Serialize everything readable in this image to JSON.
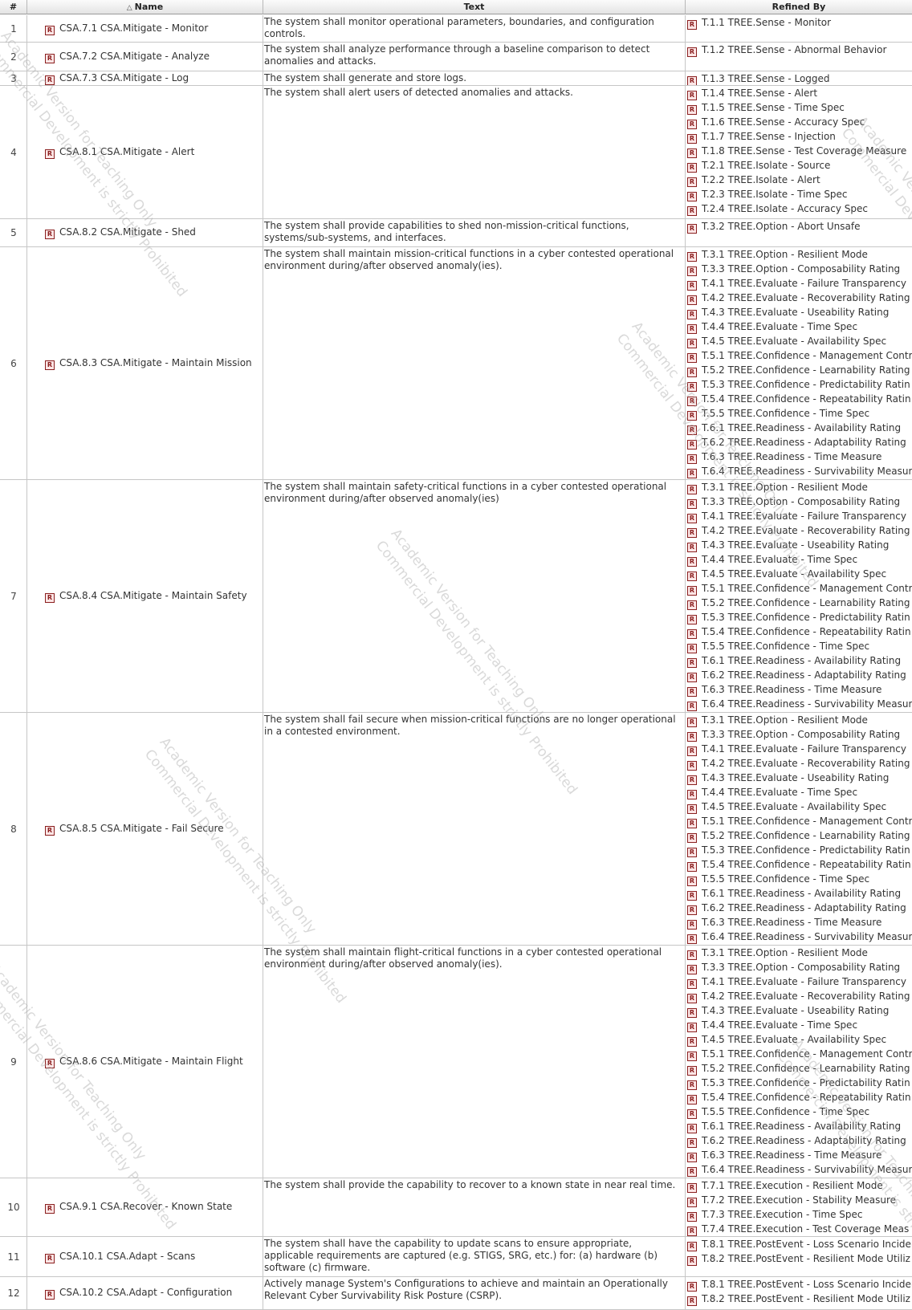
{
  "columns": {
    "num": "#",
    "name": "Name",
    "text": "Text",
    "refined": "Refined By"
  },
  "icon": "requirement-icon",
  "watermark": {
    "line1": "Academic Version for Teaching Only",
    "line2": "Commercial Development is strictly Prohibited"
  },
  "rows": [
    {
      "num": "1",
      "name": "CSA.7.1 CSA.Mitigate - Monitor",
      "text": "The system shall monitor operational parameters, boundaries, and configuration controls.",
      "refs": [
        "T.1.1 TREE.Sense - Monitor"
      ]
    },
    {
      "num": "2",
      "name": "CSA.7.2 CSA.Mitigate - Analyze",
      "text": "The system shall analyze performance through a baseline comparison to detect anomalies and attacks.",
      "refs": [
        "T.1.2 TREE.Sense - Abnormal Behavior"
      ]
    },
    {
      "num": "3",
      "name": "CSA.7.3 CSA.Mitigate - Log",
      "text": "The system shall generate and store logs.",
      "refs": [
        "T.1.3 TREE.Sense - Logged"
      ]
    },
    {
      "num": "4",
      "name": "CSA.8.1 CSA.Mitigate - Alert",
      "text": "The system shall alert users of detected anomalies and attacks.",
      "refs": [
        "T.1.4 TREE.Sense - Alert",
        "T.1.5 TREE.Sense - Time Spec",
        "T.1.6 TREE.Sense - Accuracy Spec",
        "T.1.7 TREE.Sense - Injection",
        "T.1.8 TREE.Sense - Test Coverage Measure",
        "T.2.1 TREE.Isolate - Source",
        "T.2.2 TREE.Isolate - Alert",
        "T.2.3 TREE.Isolate - Time Spec",
        "T.2.4 TREE.Isolate - Accuracy Spec"
      ]
    },
    {
      "num": "5",
      "name": "CSA.8.2 CSA.Mitigate - Shed",
      "text": "The system shall provide capabilities to shed non-mission-critical functions, systems/sub-systems, and interfaces.",
      "refs": [
        "T.3.2 TREE.Option - Abort Unsafe"
      ]
    },
    {
      "num": "6",
      "name": "CSA.8.3 CSA.Mitigate - Maintain Mission",
      "text": "The system shall maintain mission-critical functions in a cyber contested operational environment during/after observed anomaly(ies).",
      "refs": [
        "T.3.1 TREE.Option - Resilient Mode",
        "T.3.3 TREE.Option - Composability Rating",
        "T.4.1 TREE.Evaluate - Failure Transparency",
        "T.4.2 TREE.Evaluate - Recoverability Rating",
        "T.4.3 TREE.Evaluate - Useability Rating",
        "T.4.4 TREE.Evaluate - Time Spec",
        "T.4.5 TREE.Evaluate - Availability Spec",
        "T.5.1 TREE.Confidence - Management Contr",
        "T.5.2 TREE.Confidence - Learnability Rating",
        "T.5.3 TREE.Confidence - Predictability Ratin",
        "T.5.4 TREE.Confidence - Repeatability Ratin",
        "T.5.5 TREE.Confidence - Time Spec",
        "T.6.1 TREE.Readiness - Availability Rating",
        "T.6.2 TREE.Readiness - Adaptability Rating",
        "T.6.3 TREE.Readiness - Time Measure",
        "T.6.4 TREE.Readiness - Survivability Measur"
      ]
    },
    {
      "num": "7",
      "name": "CSA.8.4 CSA.Mitigate - Maintain Safety",
      "text": "The system shall maintain safety-critical functions in a cyber contested operational environment during/after observed anomaly(ies)",
      "refs": [
        "T.3.1 TREE.Option - Resilient Mode",
        "T.3.3 TREE.Option - Composability Rating",
        "T.4.1 TREE.Evaluate - Failure Transparency",
        "T.4.2 TREE.Evaluate - Recoverability Rating",
        "T.4.3 TREE.Evaluate - Useability Rating",
        "T.4.4 TREE.Evaluate - Time Spec",
        "T.4.5 TREE.Evaluate - Availability Spec",
        "T.5.1 TREE.Confidence - Management Contr",
        "T.5.2 TREE.Confidence - Learnability Rating",
        "T.5.3 TREE.Confidence - Predictability Ratin",
        "T.5.4 TREE.Confidence - Repeatability Ratin",
        "T.5.5 TREE.Confidence - Time Spec",
        "T.6.1 TREE.Readiness - Availability Rating",
        "T.6.2 TREE.Readiness - Adaptability Rating",
        "T.6.3 TREE.Readiness - Time Measure",
        "T.6.4 TREE.Readiness - Survivability Measur"
      ]
    },
    {
      "num": "8",
      "name": "CSA.8.5 CSA.Mitigate - Fail Secure",
      "text": "The system shall fail secure when mission-critical functions are no longer operational in a contested environment.",
      "refs": [
        "T.3.1 TREE.Option - Resilient Mode",
        "T.3.3 TREE.Option - Composability Rating",
        "T.4.1 TREE.Evaluate - Failure Transparency",
        "T.4.2 TREE.Evaluate - Recoverability Rating",
        "T.4.3 TREE.Evaluate - Useability Rating",
        "T.4.4 TREE.Evaluate - Time Spec",
        "T.4.5 TREE.Evaluate - Availability Spec",
        "T.5.1 TREE.Confidence - Management Contr",
        "T.5.2 TREE.Confidence - Learnability Rating",
        "T.5.3 TREE.Confidence - Predictability Ratin",
        "T.5.4 TREE.Confidence - Repeatability Ratin",
        "T.5.5 TREE.Confidence - Time Spec",
        "T.6.1 TREE.Readiness - Availability Rating",
        "T.6.2 TREE.Readiness - Adaptability Rating",
        "T.6.3 TREE.Readiness - Time Measure",
        "T.6.4 TREE.Readiness - Survivability Measur"
      ]
    },
    {
      "num": "9",
      "name": "CSA.8.6 CSA.Mitigate - Maintain Flight",
      "text": "The system shall maintain flight-critical functions in a cyber contested operational environment during/after observed anomaly(ies).",
      "refs": [
        "T.3.1 TREE.Option - Resilient Mode",
        "T.3.3 TREE.Option - Composability Rating",
        "T.4.1 TREE.Evaluate - Failure Transparency",
        "T.4.2 TREE.Evaluate - Recoverability Rating",
        "T.4.3 TREE.Evaluate - Useability Rating",
        "T.4.4 TREE.Evaluate - Time Spec",
        "T.4.5 TREE.Evaluate - Availability Spec",
        "T.5.1 TREE.Confidence - Management Contr",
        "T.5.2 TREE.Confidence - Learnability Rating",
        "T.5.3 TREE.Confidence - Predictability Ratin",
        "T.5.4 TREE.Confidence - Repeatability Ratin",
        "T.5.5 TREE.Confidence - Time Spec",
        "T.6.1 TREE.Readiness - Availability Rating",
        "T.6.2 TREE.Readiness - Adaptability Rating",
        "T.6.3 TREE.Readiness - Time Measure",
        "T.6.4 TREE.Readiness - Survivability Measur"
      ]
    },
    {
      "num": "10",
      "name": "CSA.9.1 CSA.Recover - Known State",
      "text": "The system shall provide the capability to recover to a known state in near real time.",
      "refs": [
        "T.7.1 TREE.Execution - Resilient Mode",
        "T.7.2 TREE.Execution - Stability Measure",
        "T.7.3 TREE.Execution - Time Spec",
        "T.7.4 TREE.Execution - Test Coverage Meas"
      ]
    },
    {
      "num": "11",
      "name": "CSA.10.1 CSA.Adapt - Scans",
      "text": "The system shall have the capability to update scans to ensure appropriate, applicable requirements are captured (e.g. STIGS, SRG, etc.) for: (a) hardware (b) software (c) firmware.",
      "refs": [
        "T.8.1 TREE.PostEvent - Loss Scenario Incider",
        "T.8.2 TREE.PostEvent - Resilient Mode Utiliz"
      ]
    },
    {
      "num": "12",
      "name": "CSA.10.2 CSA.Adapt - Configuration",
      "text": "Actively manage System's Configurations to achieve and maintain an Operationally Relevant Cyber Survivability Risk Posture (CSRP).",
      "refs": [
        "T.8.1 TREE.PostEvent - Loss Scenario Incider",
        "T.8.2 TREE.PostEvent - Resilient Mode Utiliz"
      ]
    }
  ]
}
